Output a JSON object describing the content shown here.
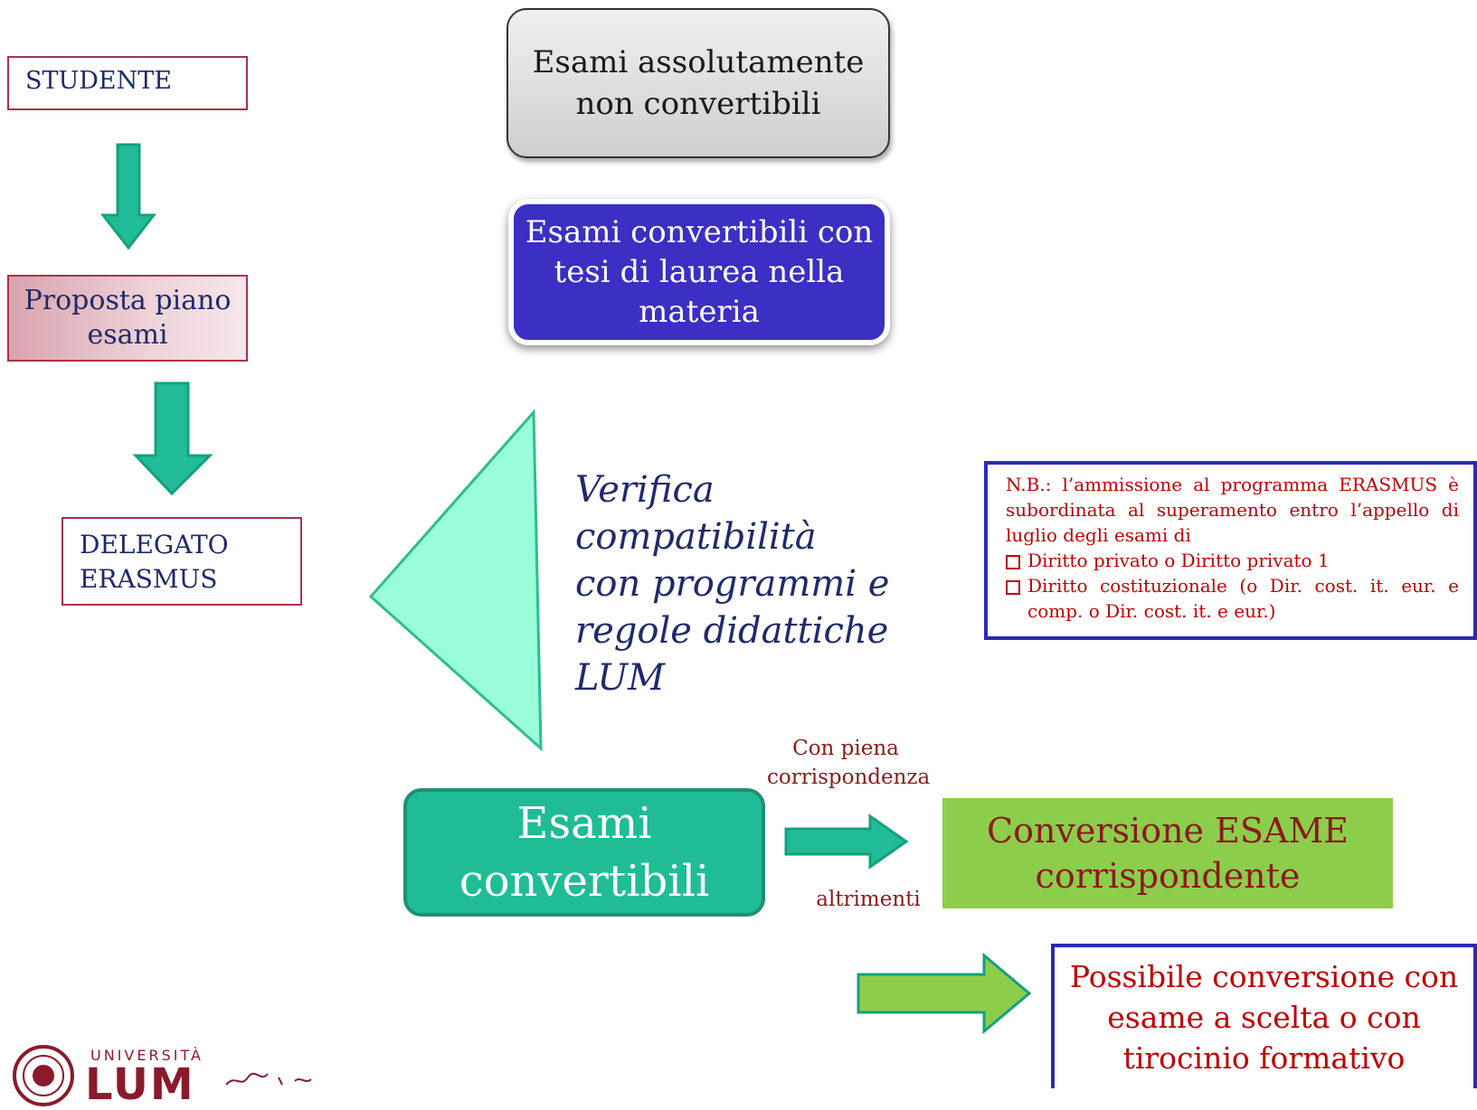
{
  "left_column": {
    "studente": "STUDENTE",
    "proposta_line1": "Proposta piano",
    "proposta_line2": "esami",
    "delegato_line1": "DELEGATO",
    "delegato_line2": "ERASMUS"
  },
  "top_boxes": {
    "non_convertibili_line1": "Esami assolutamente",
    "non_convertibili_line2": "non convertibili",
    "tesi_line1": "Esami convertibili con",
    "tesi_line2": "tesi di laurea nella",
    "tesi_line3": "materia"
  },
  "verifica": {
    "line1": "Verifica compatibilità",
    "line2": "con programmi e",
    "line3": "regole didattiche LUM"
  },
  "nb": {
    "paragraph": "N.B.: l’ammissione al programma ERASMUS è subordinata al superamento entro l’appello di luglio degli esami di",
    "item1": "Diritto privato o Diritto privato 1",
    "item2": "Diritto costituzionale (o Dir. cost.  it. eur. e comp. o  Dir. cost. it. e eur.)"
  },
  "bottom_flow": {
    "esami_line1": "Esami",
    "esami_line2": "convertibili",
    "con_piena_line1": "Con piena",
    "con_piena_line2": "corrispondenza",
    "altrimenti": "altrimenti",
    "conversione_line1": "Conversione ESAME",
    "conversione_line2": "corrispondente",
    "possibile_line1": "Possibile conversione con",
    "possibile_line2": "esame a scelta o con",
    "possibile_line3": "tirocinio formativo"
  },
  "logo": {
    "universita": "UNIVERSITÀ",
    "lum": "LUM"
  },
  "colors": {
    "green_arrow": "#1fbc95",
    "lime": "#8ccd4c",
    "navy_text": "#1f2a6b",
    "dark_red": "#8b1a1a",
    "blue_box": "#3b2fc4",
    "triangle": "#99ffdb"
  }
}
